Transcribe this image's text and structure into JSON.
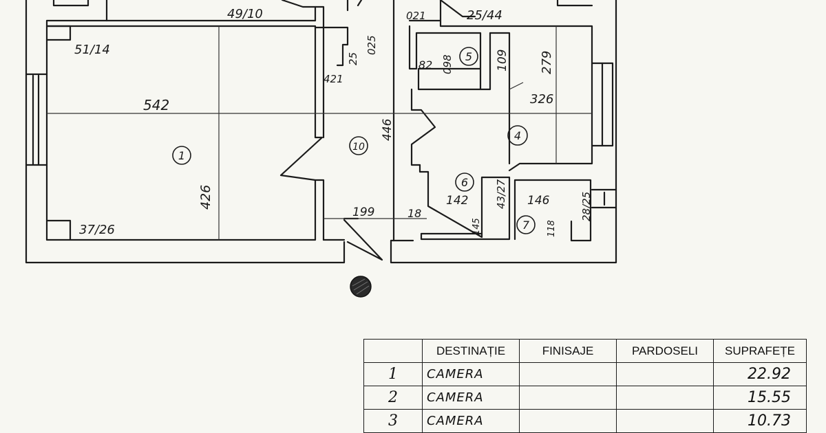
{
  "plan": {
    "dimensions": {
      "top_49_10": "49/10",
      "top_25_44": "25/44",
      "top_021": "021",
      "d_51_14": "51/14",
      "d_025": "025",
      "d_25": "25",
      "d_421": "421",
      "d_82": "82",
      "d_098": "098",
      "d_109": "109",
      "d_279": "279",
      "d_542": "542",
      "d_326": "326",
      "d_446": "446",
      "d_426": "426",
      "d_142": "142",
      "d_43_27": "43/27",
      "d_146": "146",
      "d_28_25": "28/25",
      "d_199": "199",
      "d_18": "18",
      "d_145": "145",
      "d_118": "118",
      "d_37_26": "37/26"
    },
    "rooms": {
      "r1": "1",
      "r4": "4",
      "r5": "5",
      "r6": "6",
      "r7": "7",
      "r10": "10"
    }
  },
  "legend": {
    "headers": [
      "DESTINAȚIE",
      "FINISAJE",
      "PARDOSELI",
      "SUPRAFEȚE"
    ],
    "rows": [
      {
        "nr": "1",
        "destinatie": "CAMERA",
        "finisaje": "",
        "pardoseli": "",
        "suprafata": "22.92"
      },
      {
        "nr": "2",
        "destinatie": "CAMERA",
        "finisaje": "",
        "pardoseli": "",
        "suprafata": "15.55"
      },
      {
        "nr": "3",
        "destinatie": "CAMERA",
        "finisaje": "",
        "pardoseli": "",
        "suprafata": "10.73"
      }
    ]
  }
}
